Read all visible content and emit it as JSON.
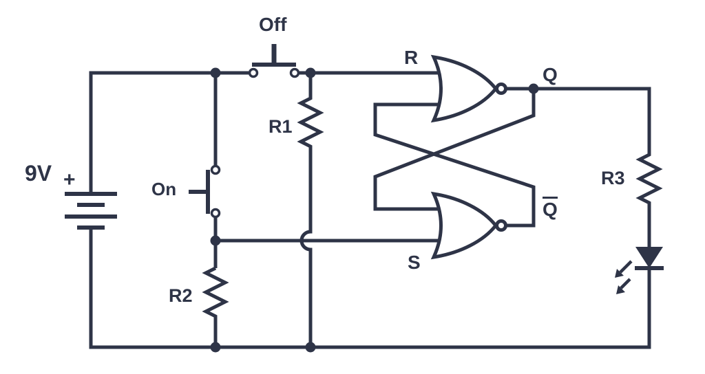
{
  "colors": {
    "line": "#2e3447",
    "background": "#ffffff"
  },
  "schematic": {
    "battery": {
      "voltage": "9V",
      "polarity": "+"
    },
    "buttons": {
      "off": "Off",
      "on": "On"
    },
    "resistors": {
      "r1": "R1",
      "r2": "R2",
      "r3": "R3"
    },
    "latch": {
      "input_r": "R",
      "input_s": "S",
      "output_q": "Q",
      "output_q_bar": "Q"
    }
  }
}
